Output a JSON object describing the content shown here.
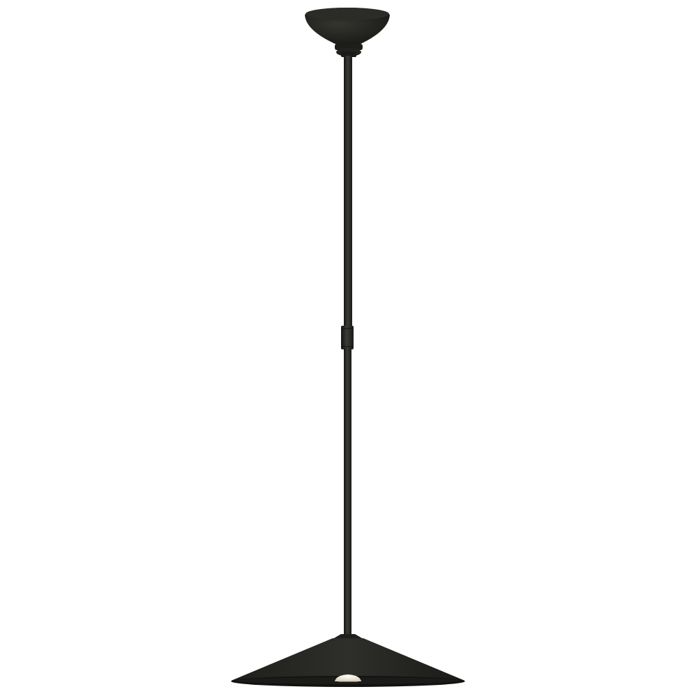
{
  "scene": {
    "background": "#ffffff",
    "subject": "pendant-lamp",
    "colors": {
      "finish": "#262723",
      "finish_highlight": "#3a3b36",
      "finish_shadow": "#141512",
      "shade_inner": "#1b1c19",
      "bulb_glow": "#f4efe0"
    },
    "parts": [
      "ceiling-canopy",
      "canopy-collar",
      "upper-stem",
      "stem-coupling",
      "lower-stem",
      "shade-cap",
      "shade",
      "bulb"
    ]
  }
}
